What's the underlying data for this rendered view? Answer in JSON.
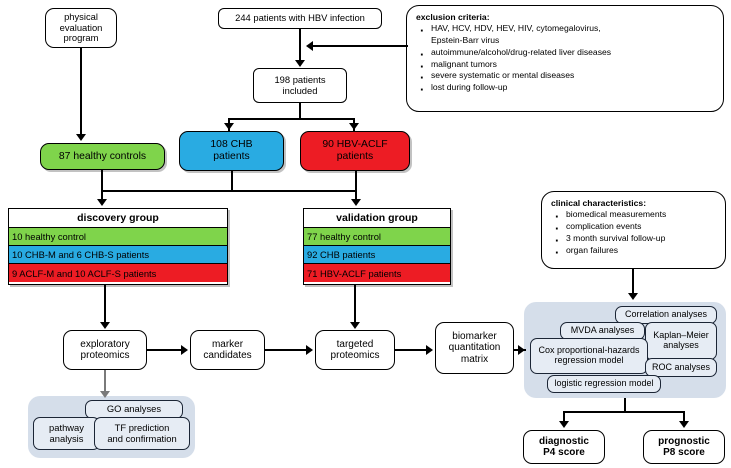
{
  "diagram": {
    "title": "HBV biomarker study flowchart",
    "colors": {
      "green": "#7FD44B",
      "blue": "#29ABE2",
      "red": "#ED1C24",
      "panel": "#D5DEEA",
      "subbox": "#E6ECF4",
      "line": "#000000",
      "gray_line": "#7A7A7A"
    }
  },
  "nodes": {
    "physical_program": "physical evaluation\nprogram",
    "patients_hbv": "244 patients with HBV infection",
    "patients_included": "198 patients\nincluded",
    "healthy_controls": "87 healthy  controls",
    "chb_patients": "108 CHB\npatients",
    "aclf_patients": "90 HBV-ACLF\npatients",
    "exploratory": "exploratory\nproteomics",
    "marker_candidates": "marker\ncandidates",
    "targeted": "targeted\nproteomics",
    "biomarker_matrix": "biomarker\nquantitation\nmatrix",
    "diagnostic_score": "diagnostic\nP4 score",
    "prognostic_score": "prognostic\nP8 score"
  },
  "exclusion": {
    "header": "exclusion criteria:",
    "items": [
      "HAV, HCV, HDV, HEV, HIV, cytomegalovirus,\nEpstein-Barr virus",
      "autoimmune/alcohol/drug-related liver diseases",
      "malignant tumors",
      "severe systematic or mental diseases",
      "lost during follow-up"
    ]
  },
  "clinical": {
    "header": "clinical characteristics:",
    "items": [
      "biomedical measurements",
      "complication events",
      "3 month survival follow-up",
      "organ failures"
    ]
  },
  "discovery_group": {
    "title": "discovery group",
    "rows": [
      {
        "label": "10 healthy  control",
        "color": "green"
      },
      {
        "label": "10 CHB-M and 6 CHB-S patients",
        "color": "blue"
      },
      {
        "label": "9 ACLF-M and 10 ACLF-S patients",
        "color": "red"
      }
    ]
  },
  "validation_group": {
    "title": "validation group",
    "rows": [
      {
        "label": "77 healthy  control",
        "color": "green"
      },
      {
        "label": "92 CHB patients",
        "color": "blue"
      },
      {
        "label": "71 HBV-ACLF patients",
        "color": "red"
      }
    ]
  },
  "bioinformatics_panel": {
    "go": "GO analyses",
    "pathway": "pathway\nanalysis",
    "tf": "TF prediction\nand confirmation"
  },
  "statistics_panel": {
    "correlation": "Correlation analyses",
    "mvda": "MVDA analyses",
    "kaplan": "Kaplan–Meier\nanalyses",
    "cox": "Cox proportional-hazards\nregression model",
    "roc": "ROC analyses",
    "logistic": "logistic regression model"
  }
}
